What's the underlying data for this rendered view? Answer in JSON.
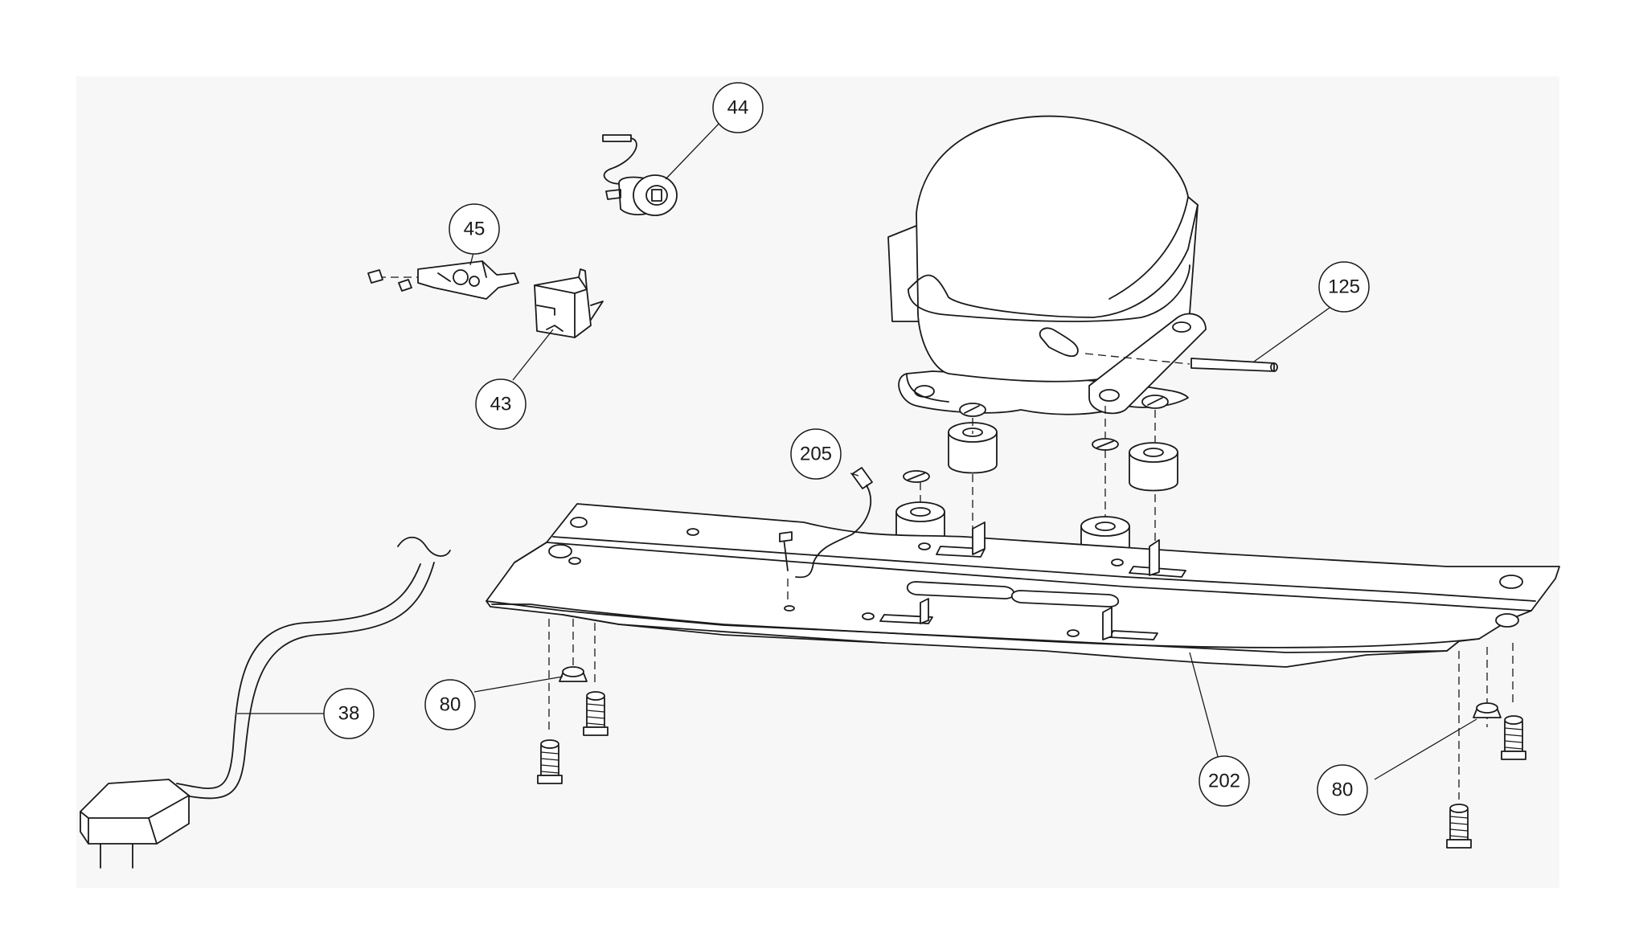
{
  "callouts": [
    {
      "id": "c38",
      "label": "38",
      "part": "power-cord"
    },
    {
      "id": "c43",
      "label": "43",
      "part": "start-relay"
    },
    {
      "id": "c44",
      "label": "44",
      "part": "overload-protector"
    },
    {
      "id": "c45",
      "label": "45",
      "part": "relay-cover-clip"
    },
    {
      "id": "c80a",
      "label": "80",
      "part": "grommet-left"
    },
    {
      "id": "c80b",
      "label": "80",
      "part": "grommet-right"
    },
    {
      "id": "c125",
      "label": "125",
      "part": "process-tube"
    },
    {
      "id": "c202",
      "label": "202",
      "part": "base-plate"
    },
    {
      "id": "c205",
      "label": "205",
      "part": "ground-wire"
    }
  ],
  "colors": {
    "line": "#1a1a1a",
    "background": "#ffffff",
    "panel": "#f7f7f7"
  }
}
